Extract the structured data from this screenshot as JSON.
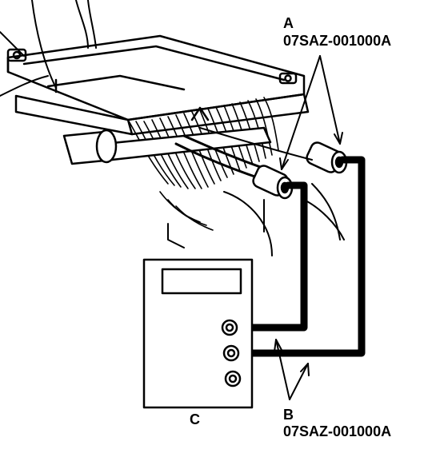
{
  "labels": {
    "a": "A",
    "a_part_number": "07SAZ-001000A",
    "b": "B",
    "b_part_number": "07SAZ-001000A",
    "c": "C"
  },
  "colors": {
    "ink": "#000000",
    "paper": "#ffffff"
  }
}
